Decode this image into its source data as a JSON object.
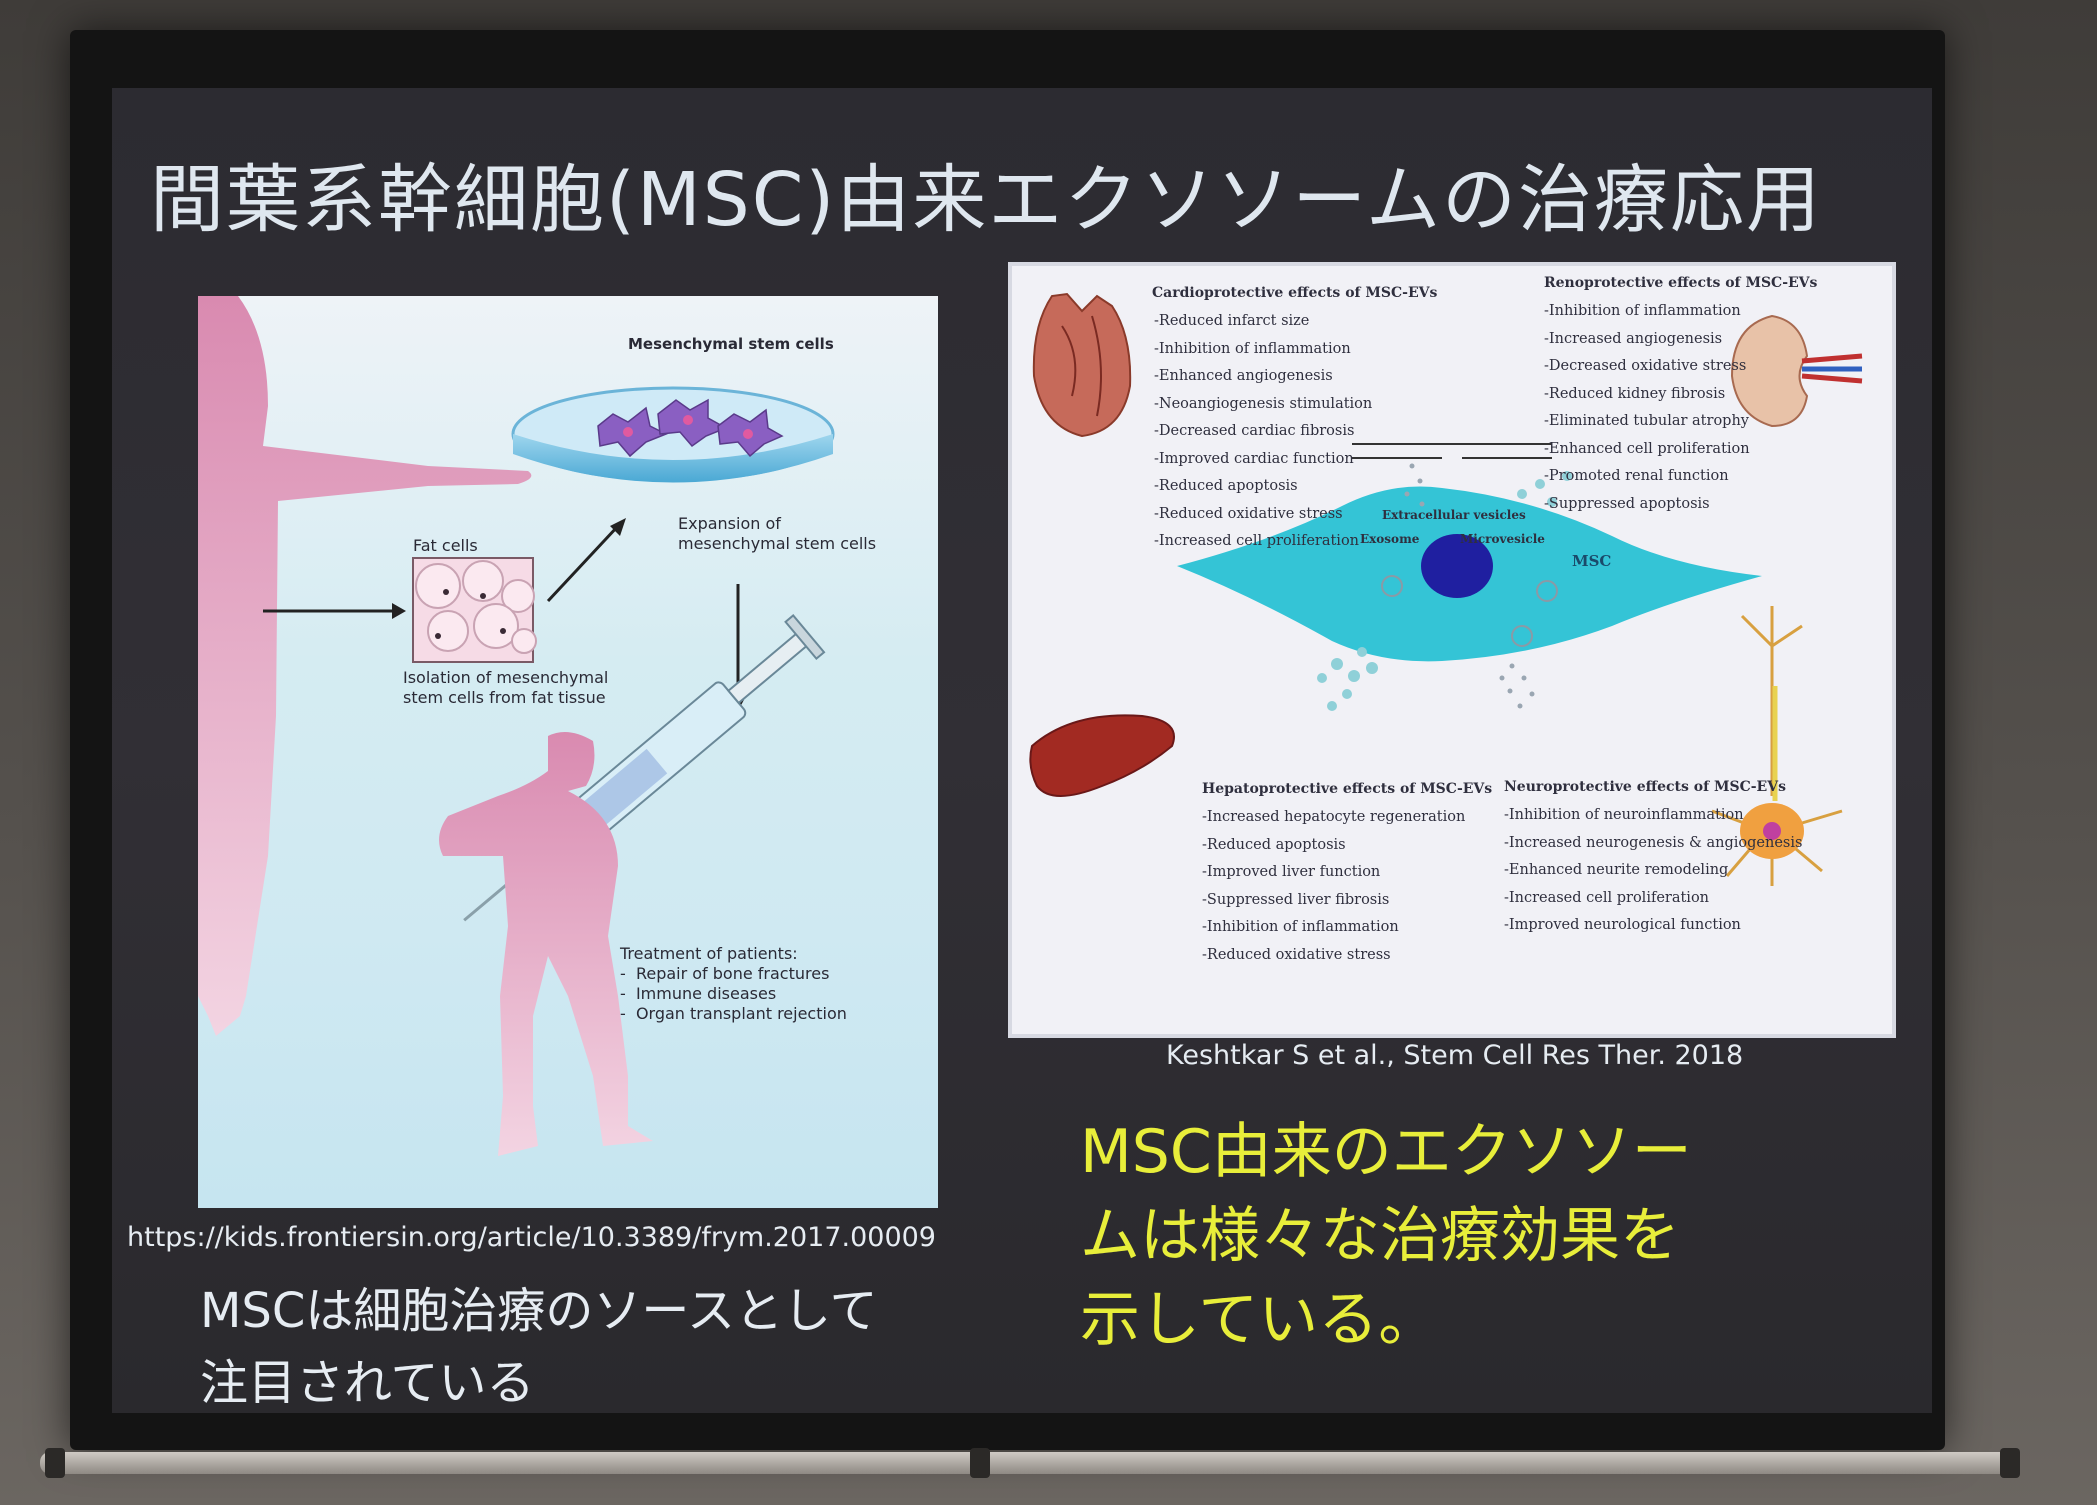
{
  "slide": {
    "title": "間葉系幹細胞(MSC)由来エクソソームの治療応用"
  },
  "left_figure": {
    "mesenchymal_stem_cells": "Mesenchymal stem cells",
    "expansion": [
      "Expansion of",
      "mesenchymal stem cells"
    ],
    "fat_cells": "Fat cells",
    "isolation": [
      "Isolation of mesenchymal",
      "stem cells from fat tissue"
    ],
    "treatment_title": "Treatment of patients:",
    "treatment_items": [
      "Repair of bone fractures",
      "Immune diseases",
      "Organ transplant rejection"
    ],
    "url": "https://kids.frontiersin.org/article/10.3389/frym.2017.00009",
    "caption": [
      "MSCは細胞治療のソースとして",
      "注目されている"
    ]
  },
  "right_figure": {
    "cardio": {
      "heading": "Cardioprotective effects of MSC-EVs",
      "items": [
        "-Reduced infarct size",
        "-Inhibition of inflammation",
        "-Enhanced angiogenesis",
        "-Neoangiogenesis stimulation",
        "-Decreased cardiac fibrosis",
        "-Improved cardiac function",
        "-Reduced apoptosis",
        "-Reduced oxidative stress",
        "-Increased cell proliferation"
      ]
    },
    "reno": {
      "heading": "Renoprotective effects of MSC-EVs",
      "items": [
        "-Inhibition of inflammation",
        "-Increased angiogenesis",
        "-Decreased oxidative stress",
        "-Reduced kidney fibrosis",
        "-Eliminated tubular atrophy",
        "-Enhanced cell proliferation",
        "-Promoted renal function",
        "-Suppressed apoptosis"
      ]
    },
    "hepato": {
      "heading": "Hepatoprotective effects of MSC-EVs",
      "items": [
        "-Increased hepatocyte regeneration",
        "-Reduced apoptosis",
        "-Improved liver function",
        "-Suppressed liver fibrosis",
        "-Inhibition of inflammation",
        "-Reduced oxidative stress"
      ]
    },
    "neuro": {
      "heading": "Neuroprotective effects of MSC-EVs",
      "items": [
        "-Inhibition of neuroinflammation",
        "-Increased neurogenesis & angiogenesis",
        "-Enhanced neurite remodeling",
        "-Increased cell proliferation",
        "-Improved neurological function"
      ]
    },
    "extracellular_vesicles": "Extracellular vesicles",
    "exosome": "Exosome",
    "microvesicle": "Microvesicle",
    "msc_label": "MSC",
    "citation": "Keshtkar S et al., Stem Cell Res Ther. 2018",
    "caption": [
      "MSC由来のエクソソー",
      "ムは様々な治療効果を",
      "示している。"
    ]
  },
  "colors": {
    "caption_yellow": "#e8ee3a",
    "title_text": "#dfe7ef",
    "msc_cell": "#34c4d6",
    "nucleus": "#1f1fa0"
  }
}
